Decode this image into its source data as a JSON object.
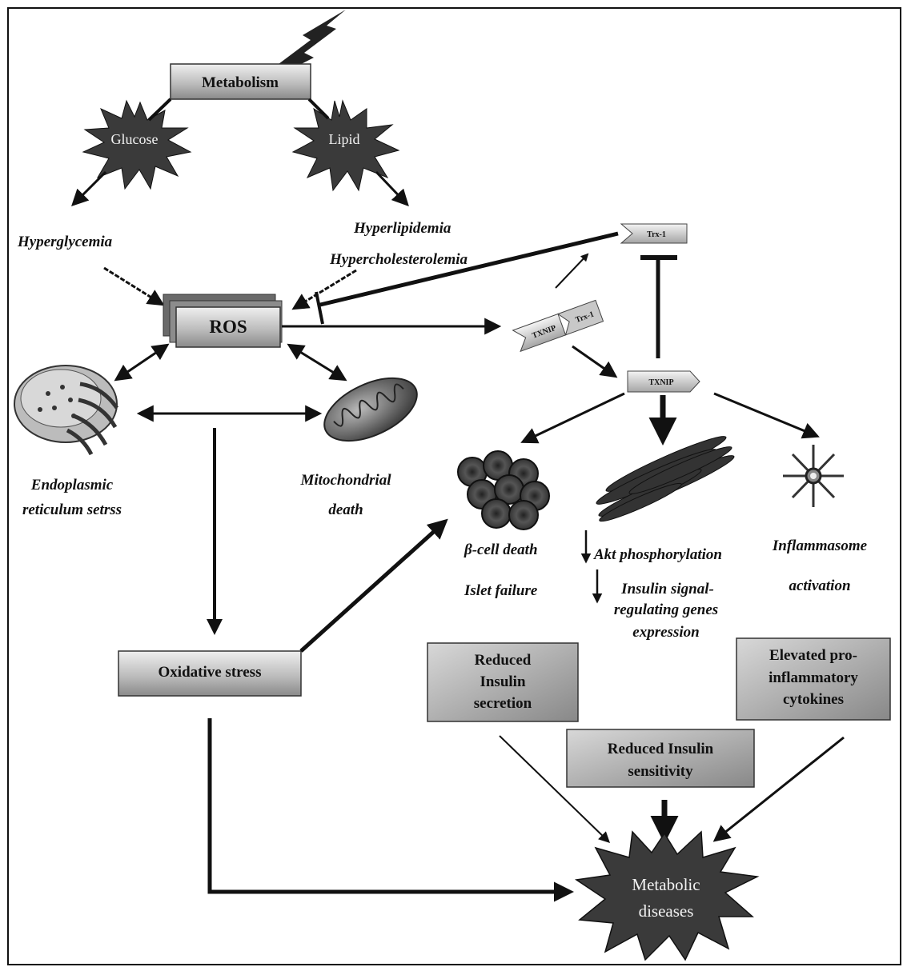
{
  "metabolism": "Metabolism",
  "glucose": "Glucose",
  "lipid": "Lipid",
  "hyperglycemia": "Hyperglycemia",
  "hyperlipidemia": "Hyperlipidemia",
  "hypercholesterolemia": "Hypercholesterolemia",
  "ros": "ROS",
  "trx1": "Trx-1",
  "txnip": "TXNIP",
  "complex_txnip": "TXNIP",
  "complex_trx1": "Trx-1",
  "er_stress": [
    "Endoplasmic",
    "reticulum setrss"
  ],
  "mito_death": [
    "Mitochondrial",
    "death"
  ],
  "beta_cell_death": "β-cell death",
  "islet_failure": "Islet failure",
  "akt": "Akt phosphorylation",
  "insulin_signal": [
    "Insulin signal-",
    "regulating genes",
    "expression"
  ],
  "inflammasome": [
    "Inflammasome",
    "activation"
  ],
  "oxidative_stress": "Oxidative stress",
  "reduced_insulin_secretion": [
    "Reduced",
    "Insulin",
    "secretion"
  ],
  "elevated_cytokines": [
    "Elevated pro-",
    "inflammatory",
    "cytokines"
  ],
  "reduced_insulin_sensitivity": [
    "Reduced Insulin",
    "sensitivity"
  ],
  "metabolic_diseases": [
    "Metabolic",
    "diseases"
  ]
}
